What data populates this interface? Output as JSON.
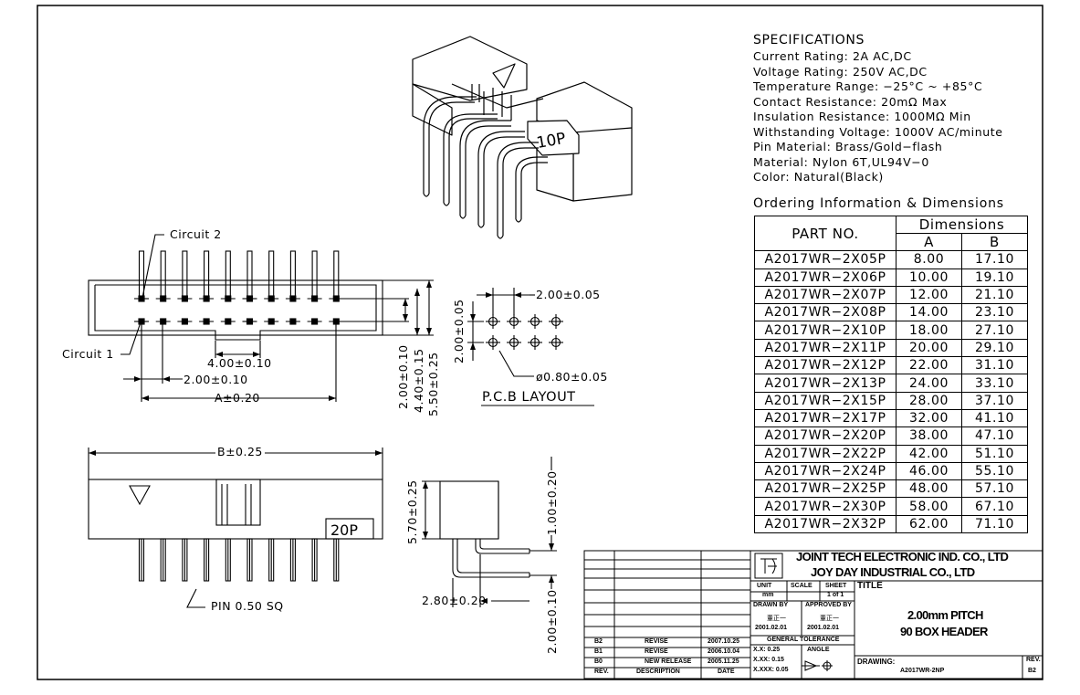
{
  "specifications": {
    "title": "SPECIFICATIONS",
    "lines": [
      "Current Rating: 2A AC,DC",
      "Voltage Rating: 250V AC,DC",
      "Temperature Range: −25°C ~ +85°C",
      "Contact Resistance: 20mΩ Max",
      "Insulation Resistance: 1000MΩ Min",
      "Withstanding Voltage: 1000V AC/minute",
      "Pin Material: Brass/Gold−flash",
      "Material: Nylon 6T,UL94V−0",
      "Color: Natural(Black)"
    ]
  },
  "ordering": {
    "title": "Ordering Information & Dimensions",
    "part_header": "PART NO.",
    "dim_header": "Dimensions",
    "col_a": "A",
    "col_b": "B",
    "rows": [
      [
        "A2017WR−2X05P",
        "8.00",
        "17.10"
      ],
      [
        "A2017WR−2X06P",
        "10.00",
        "19.10"
      ],
      [
        "A2017WR−2X07P",
        "12.00",
        "21.10"
      ],
      [
        "A2017WR−2X08P",
        "14.00",
        "23.10"
      ],
      [
        "A2017WR−2X10P",
        "18.00",
        "27.10"
      ],
      [
        "A2017WR−2X11P",
        "20.00",
        "29.10"
      ],
      [
        "A2017WR−2X12P",
        "22.00",
        "31.10"
      ],
      [
        "A2017WR−2X13P",
        "24.00",
        "33.10"
      ],
      [
        "A2017WR−2X15P",
        "28.00",
        "37.10"
      ],
      [
        "A2017WR−2X17P",
        "32.00",
        "41.10"
      ],
      [
        "A2017WR−2X20P",
        "38.00",
        "47.10"
      ],
      [
        "A2017WR−2X22P",
        "42.00",
        "51.10"
      ],
      [
        "A2017WR−2X24P",
        "46.00",
        "55.10"
      ],
      [
        "A2017WR−2X25P",
        "48.00",
        "57.10"
      ],
      [
        "A2017WR−2X30P",
        "58.00",
        "67.10"
      ],
      [
        "A2017WR−2X32P",
        "62.00",
        "71.10"
      ]
    ]
  },
  "drawing": {
    "iso_label": "10P",
    "circuit2": "Circuit 2",
    "circuit1": "Circuit 1",
    "dim_4": "4.00±0.10",
    "dim_2": "2.00±0.10",
    "dim_a": "A±0.20",
    "dim_v1": "2.00±0.10",
    "dim_v2": "4.40±0.15",
    "dim_v3": "5.50±0.25",
    "pcb_pitch_h": "2.00±0.05",
    "pcb_pitch_v": "2.00±0.05",
    "pcb_hole": "ø0.80±0.05",
    "pcb_title": "P.C.B LAYOUT",
    "dim_b": "B±0.25",
    "front_label": "20P",
    "pin_label": "PIN 0.50 SQ",
    "dim_570": "5.70±0.25",
    "dim_100": "1.00±0.20",
    "dim_280": "2.80±0.20",
    "dim_200b": "2.00±0.10"
  },
  "title_block": {
    "company1": "JOINT TECH ELECTRONIC IND. CO., LTD",
    "company2": "JOY DAY INDUSTRIAL CO., LTD",
    "unit_label": "UNIT",
    "unit_value": "mm",
    "scale_label": "SCALE",
    "sheet_label": "SHEET",
    "sheet_value": "1 of 1",
    "title_label": "TITLE",
    "title_line1": "2.00mm PITCH",
    "title_line2": "90 BOX HEADER",
    "drawn_by": "DRAWN BY",
    "approved_by": "APPROVED BY",
    "drawn_name": "董正一",
    "approved_name": "董正一",
    "drawn_date": "2001.02.01",
    "approved_date": "2001.02.01",
    "general_tolerance": "GENERAL TOLERANCE",
    "tol1": "X.X: 0.25",
    "tol2": "X.XX: 0.15",
    "tol3": "X.XXX: 0.05",
    "angle": "ANGLE",
    "drawing_no_label": "DRAWING:",
    "drawing_no": "A2017WR-2NP",
    "rev_label": "REV.",
    "rev_value": "B2",
    "revisions": [
      [
        "B2",
        "REVISE",
        "2007.10.25"
      ],
      [
        "B1",
        "REVISE",
        "2006.10.04"
      ],
      [
        "B0",
        "NEW RELEASE",
        "2005.11.25"
      ]
    ],
    "rev_col": "REV.",
    "desc_col": "DESCRIPTION",
    "date_col": "DATE"
  }
}
